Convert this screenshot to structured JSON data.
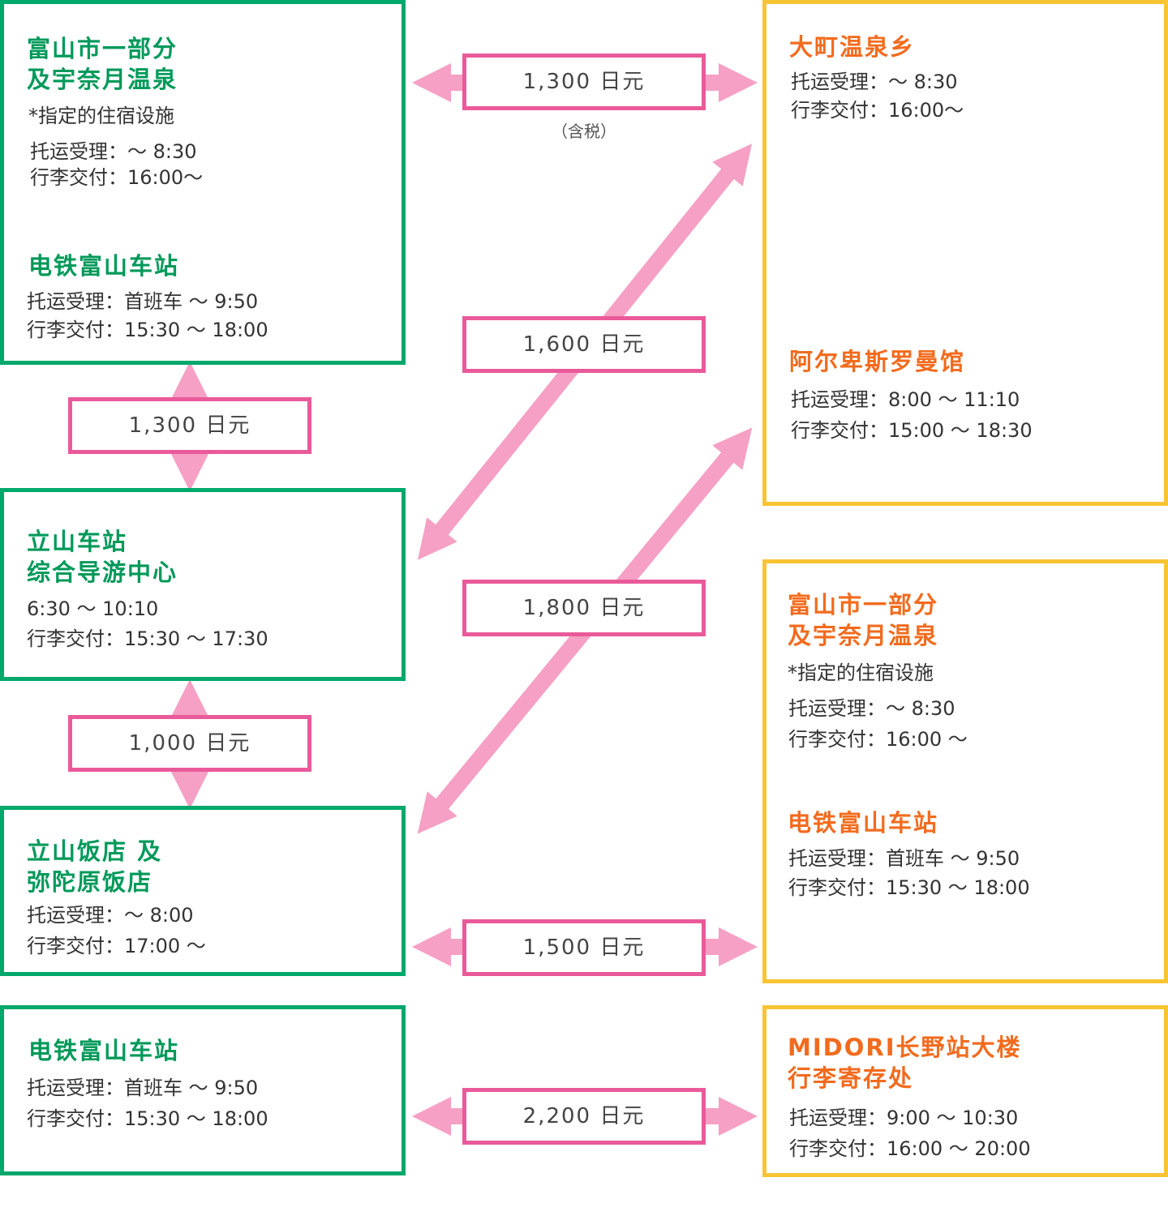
{
  "colors": {
    "green_border": "#00a86b",
    "green_title": "#00995a",
    "yellow_border": "#f7c433",
    "orange_title": "#f26b1d",
    "pink_border": "#ea5a9a",
    "pink_arrow": "#f5a0c4"
  },
  "left": {
    "toyama_combo": {
      "title1": "富山市一部分",
      "title2": "及宇奈月温泉",
      "note": "*指定的住宿设施",
      "line1": "托运受理：～ 8:30",
      "line2": "行李交付：16:00～",
      "station_title": "电铁富山车站",
      "station_line1": "托运受理：首班车 ～ 9:50",
      "station_line2": "行李交付：15:30 ～ 18:00"
    },
    "tateyama_station": {
      "title1": "立山车站",
      "title2": "综合导游中心",
      "line1": "6:30 ～ 10:10",
      "line2": "行李交付：15:30 ～ 17:30"
    },
    "tateyama_hotel": {
      "title1": "立山饭店 及",
      "title2": "弥陀原饭店",
      "line1": "托运受理：～ 8:00",
      "line2": "行李交付：17:00 ～"
    },
    "dentetsu_toyama": {
      "title": "电铁富山车站",
      "line1": "托运受理：首班车 ～ 9:50",
      "line2": "行李交付：15:30 ～ 18:00"
    }
  },
  "right": {
    "omachi_alps": {
      "title1": "大町温泉乡",
      "line1": "托运受理：～ 8:30",
      "line2": "行李交付：16:00～",
      "title2": "阿尔卑斯罗曼馆",
      "line3": "托运受理：8:00 ～ 11:10",
      "line4": "行李交付：15:00 ～ 18:30"
    },
    "toyama_combo": {
      "title1": "富山市一部分",
      "title2": "及宇奈月温泉",
      "note": "*指定的住宿设施",
      "line1": "托运受理：～ 8:30",
      "line2": "行李交付：16:00 ～",
      "station_title": "电铁富山车站",
      "station_line1": "托运受理：首班车 ～ 9:50",
      "station_line2": "行李交付：15:30 ～ 18:00"
    },
    "midori": {
      "title1": "MIDORI长野站大楼",
      "title2": "行李寄存处",
      "line1": "托运受理：9:00 ～ 10:30",
      "line2": "行李交付：16:00 ～ 20:00"
    }
  },
  "prices": {
    "top": "1,300 日元",
    "top_note": "（含税）",
    "diag1": "1,600 日元",
    "diag2": "1,800 日元",
    "vert1": "1,300 日元",
    "vert2": "1,000 日元",
    "hotel_row": "1,500 日元",
    "bottom": "2,200 日元"
  }
}
